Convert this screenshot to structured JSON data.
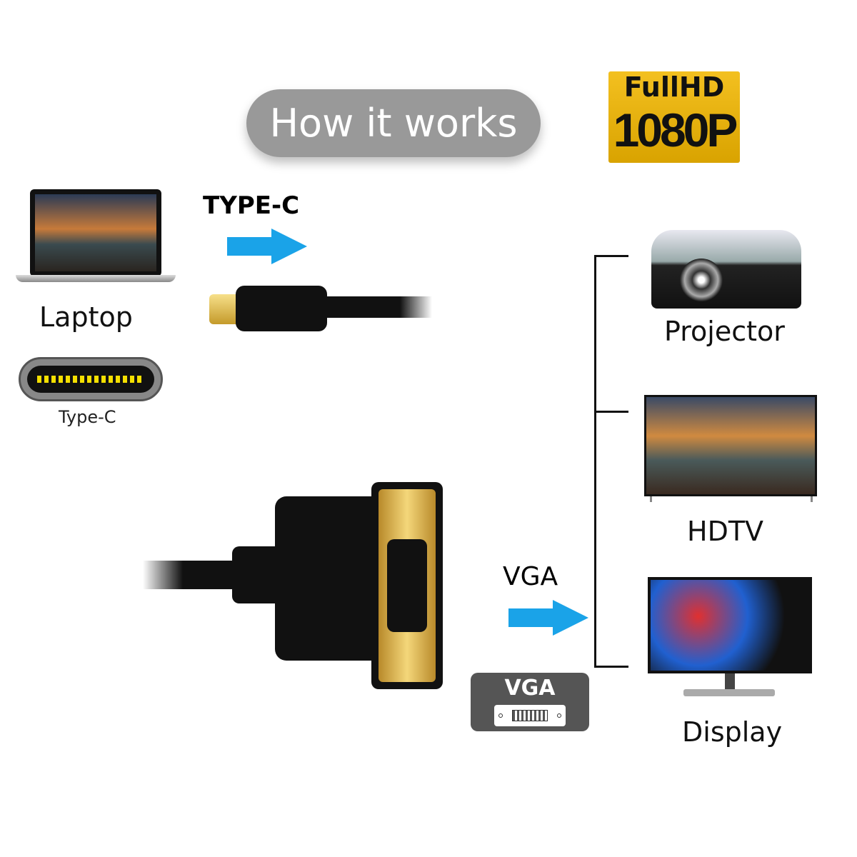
{
  "header": {
    "title": "How it works",
    "badge_line1_a": "Full",
    "badge_line1_b": "HD",
    "badge_line2": "1080P"
  },
  "source": {
    "device_label": "Laptop",
    "port_label": "Type-C",
    "cable_label": "TYPE-C"
  },
  "output": {
    "cable_label": "VGA",
    "badge_label": "VGA"
  },
  "displays": [
    {
      "label": "Projector"
    },
    {
      "label": "HDTV"
    },
    {
      "label": "Display"
    }
  ],
  "colors": {
    "arrow": "#1aa3e8",
    "badge_gold": "#f3c020",
    "pill": "#999999"
  }
}
